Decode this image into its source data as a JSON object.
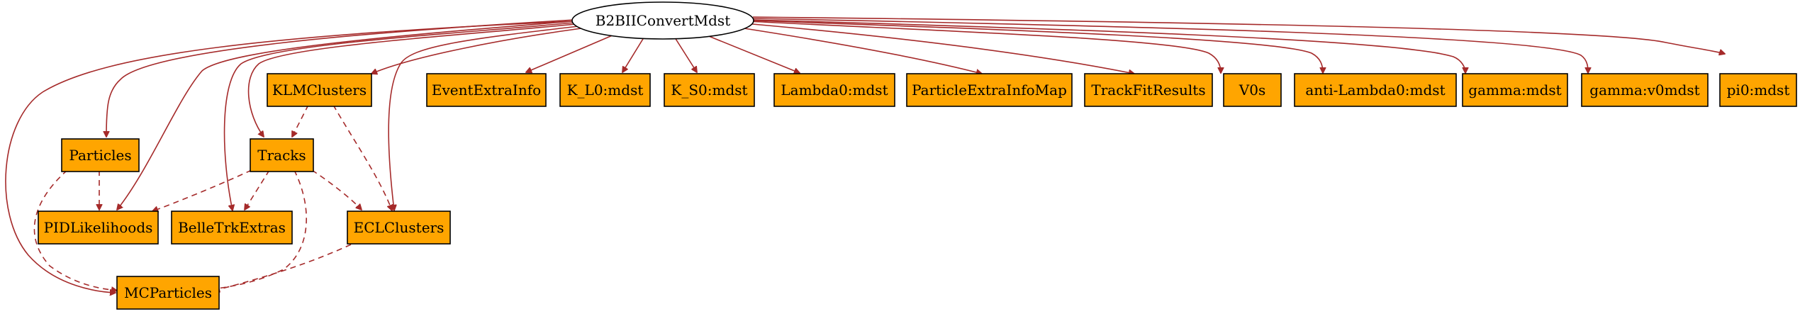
{
  "graph": {
    "root": "B2BIIConvertMdst",
    "nodes": {
      "root": "B2BIIConvertMdst",
      "particles": "Particles",
      "klmclusters": "KLMClusters",
      "eventextrainfo": "EventExtraInfo",
      "k_l0": "K_L0:mdst",
      "k_s0": "K_S0:mdst",
      "lambda0": "Lambda0:mdst",
      "particleextrainfomap": "ParticleExtraInfoMap",
      "trackfitresults": "TrackFitResults",
      "v0s": "V0s",
      "antilambda0": "anti-Lambda0:mdst",
      "gamma_mdst": "gamma:mdst",
      "gamma_v0mdst": "gamma:v0mdst",
      "pi0": "pi0:mdst",
      "tracks": "Tracks",
      "pidlikelihoods": "PIDLikelihoods",
      "belletrkextras": "BelleTrkExtras",
      "eclclusters": "ECLClusters",
      "mcparticles": "MCParticles"
    },
    "edge_color": "#a52a2a",
    "node_fill": "#ffa500",
    "edges_solid": [
      [
        "root",
        "particles"
      ],
      [
        "root",
        "klmclusters"
      ],
      [
        "root",
        "eventextrainfo"
      ],
      [
        "root",
        "k_l0"
      ],
      [
        "root",
        "k_s0"
      ],
      [
        "root",
        "lambda0"
      ],
      [
        "root",
        "particleextrainfomap"
      ],
      [
        "root",
        "trackfitresults"
      ],
      [
        "root",
        "v0s"
      ],
      [
        "root",
        "antilambda0"
      ],
      [
        "root",
        "gamma_mdst"
      ],
      [
        "root",
        "gamma_v0mdst"
      ],
      [
        "root",
        "pi0"
      ],
      [
        "root",
        "tracks"
      ],
      [
        "root",
        "pidlikelihoods"
      ],
      [
        "root",
        "belletrkextras"
      ],
      [
        "root",
        "eclclusters"
      ],
      [
        "root",
        "mcparticles"
      ]
    ],
    "edges_dashed": [
      [
        "klmclusters",
        "tracks"
      ],
      [
        "klmclusters",
        "eclclusters"
      ],
      [
        "particles",
        "pidlikelihoods"
      ],
      [
        "particles",
        "mcparticles"
      ],
      [
        "tracks",
        "pidlikelihoods"
      ],
      [
        "tracks",
        "belletrkextras"
      ],
      [
        "tracks",
        "eclclusters"
      ],
      [
        "tracks",
        "mcparticles"
      ],
      [
        "eclclusters",
        "mcparticles"
      ]
    ]
  }
}
